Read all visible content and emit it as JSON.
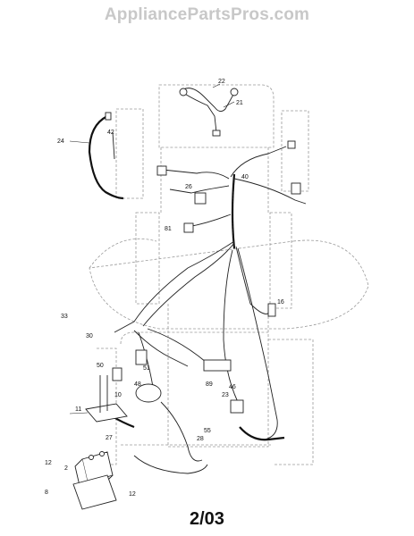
{
  "watermark": "AppliancePartsPros.com",
  "page_label": "2/03",
  "callouts": [
    "22",
    "21",
    "24",
    "42",
    "40",
    "26",
    "81",
    "16",
    "33",
    "30",
    "50",
    "51",
    "10",
    "48",
    "89",
    "46",
    "23",
    "11",
    "27",
    "28",
    "55",
    "12",
    "2",
    "8",
    "12"
  ]
}
